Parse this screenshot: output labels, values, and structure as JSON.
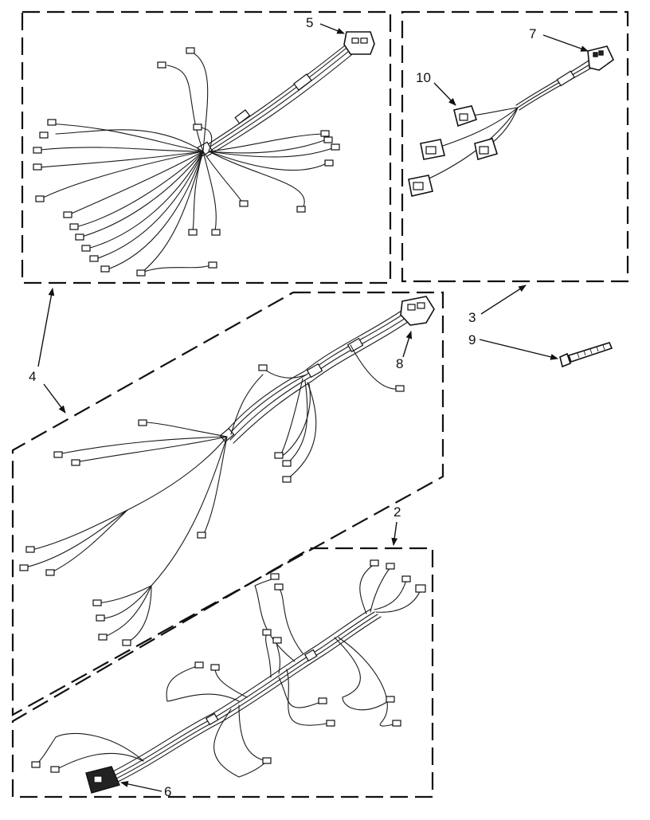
{
  "callouts": {
    "c2": "2",
    "c3": "3",
    "c4a": "4",
    "c5": "5",
    "c6": "6",
    "c7": "7",
    "c8": "8",
    "c9": "9",
    "c10": "10"
  }
}
